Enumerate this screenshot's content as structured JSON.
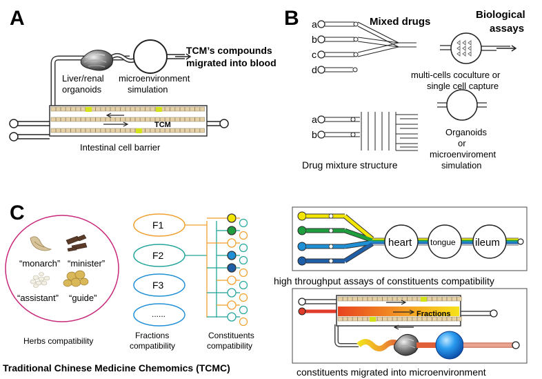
{
  "panels": {
    "a": {
      "letter": "A",
      "output_line1": "TCM’s compounds",
      "output_line2": "migrated into blood",
      "organoid_line1": "Liver/renal",
      "organoid_line2": "organoids",
      "micro_line1": "microenvironment",
      "micro_line2": "simulation",
      "channel_label": "TCM",
      "barrier_label": "Intestinal cell barrier"
    },
    "b": {
      "letter": "B",
      "inlets_top": [
        "a",
        "b",
        "c",
        "d"
      ],
      "mixed_label": "Mixed drugs",
      "bio_line1": "Biological",
      "bio_line2": "assays",
      "cell_line1": "multi-cells coculture or",
      "cell_line2": "single cell capture",
      "inlets_bottom": [
        "a",
        "b"
      ],
      "mixture_label": "Drug mixture structure",
      "org_line1": "Organoids",
      "org_line2": "or",
      "org_line3": "microenviroment",
      "org_line4": "simulation"
    },
    "c": {
      "letter": "C",
      "herbs": [
        "“monarch”",
        "“minister”",
        "“assistant”",
        "“guide”"
      ],
      "herbs_caption": "Herbs compatibility",
      "fractions": [
        "F1",
        "F2",
        "F3",
        "......"
      ],
      "fractions_caption_line1": "Fractions",
      "fractions_caption_line2": "compatibility",
      "constituents_caption_line1": "Constituents",
      "constituents_caption_line2": "compatibility",
      "organs": [
        "heart",
        "tongue",
        "ileum"
      ],
      "throughput_caption": "high throughput assays of constituents compatibility",
      "fractions_channel_label": "Fractions",
      "migrated_caption": "constituents migrated into microenvironment",
      "tcmc_title": "Traditional Chinese Medicine Chemomics (TCMC)"
    }
  },
  "colors": {
    "yellow": "#f2e600",
    "green": "#1e9e3e",
    "blue": "#1f8fd6",
    "darkblue": "#1f5fa8",
    "orange": "#f0a030",
    "teal": "#23a59b",
    "pink": "#d0287e",
    "red": "#e03a2a",
    "barrier_cell": "#e6d0a6",
    "barrier_mark": "#d4e21a"
  },
  "icons": [
    "liver-organoid-icon",
    "microenvironment-chamber-icon",
    "herb-ginseng-icon",
    "herb-root-slices-icon",
    "herb-seeds-icon",
    "herb-slices-icon",
    "sphere-icon"
  ]
}
